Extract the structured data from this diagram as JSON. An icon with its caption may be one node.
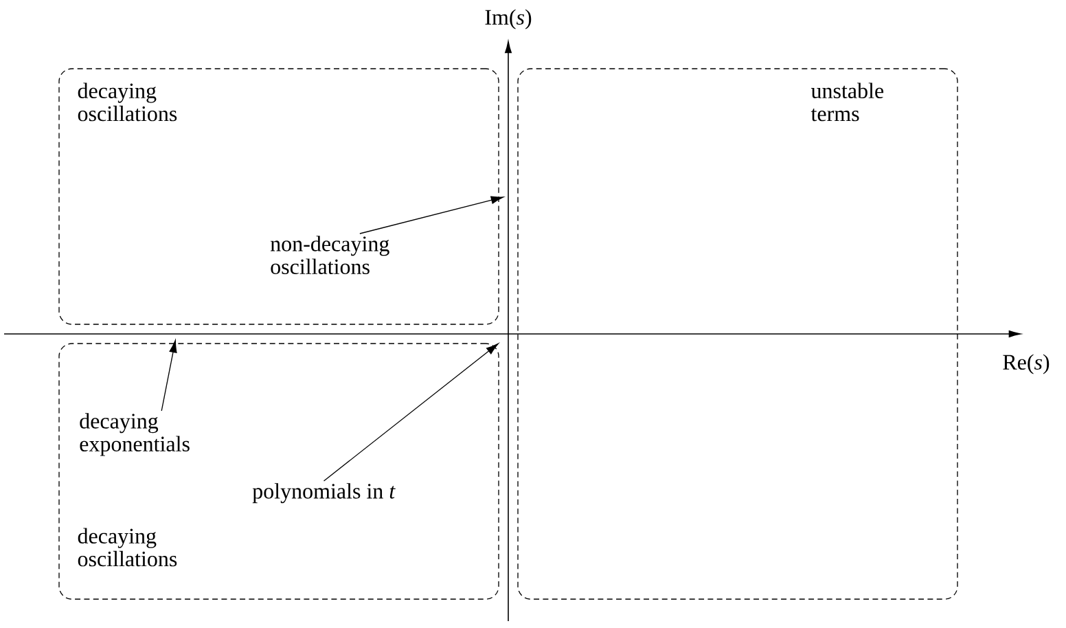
{
  "diagram": {
    "nodes": [
      {
        "text": [
          "decaying oscillations"
        ]
      },
      {
        "text": [
          "non-decaying oscillations"
        ],
        "in": 0
      },
      {
        "text": [
          "unstable terms"
        ]
      },
      {
        "text": [
          "decaying oscillations"
        ]
      },
      {
        "text": [
          "decaying exponentials"
        ],
        "in": 3
      },
      {
        "text": [
          "polynomials in *t*"
        ],
        "in": 3
      }
    ],
    "edges": [
      {
        "from": 1,
        "to": null,
        "arrow": "to"
      },
      {
        "from": 4,
        "to": null,
        "arrow": "to"
      },
      {
        "from": 5,
        "to": null,
        "arrow": "to"
      }
    ],
    "labels": [
      "Im(*s*)",
      "Re(*s*)"
    ]
  }
}
